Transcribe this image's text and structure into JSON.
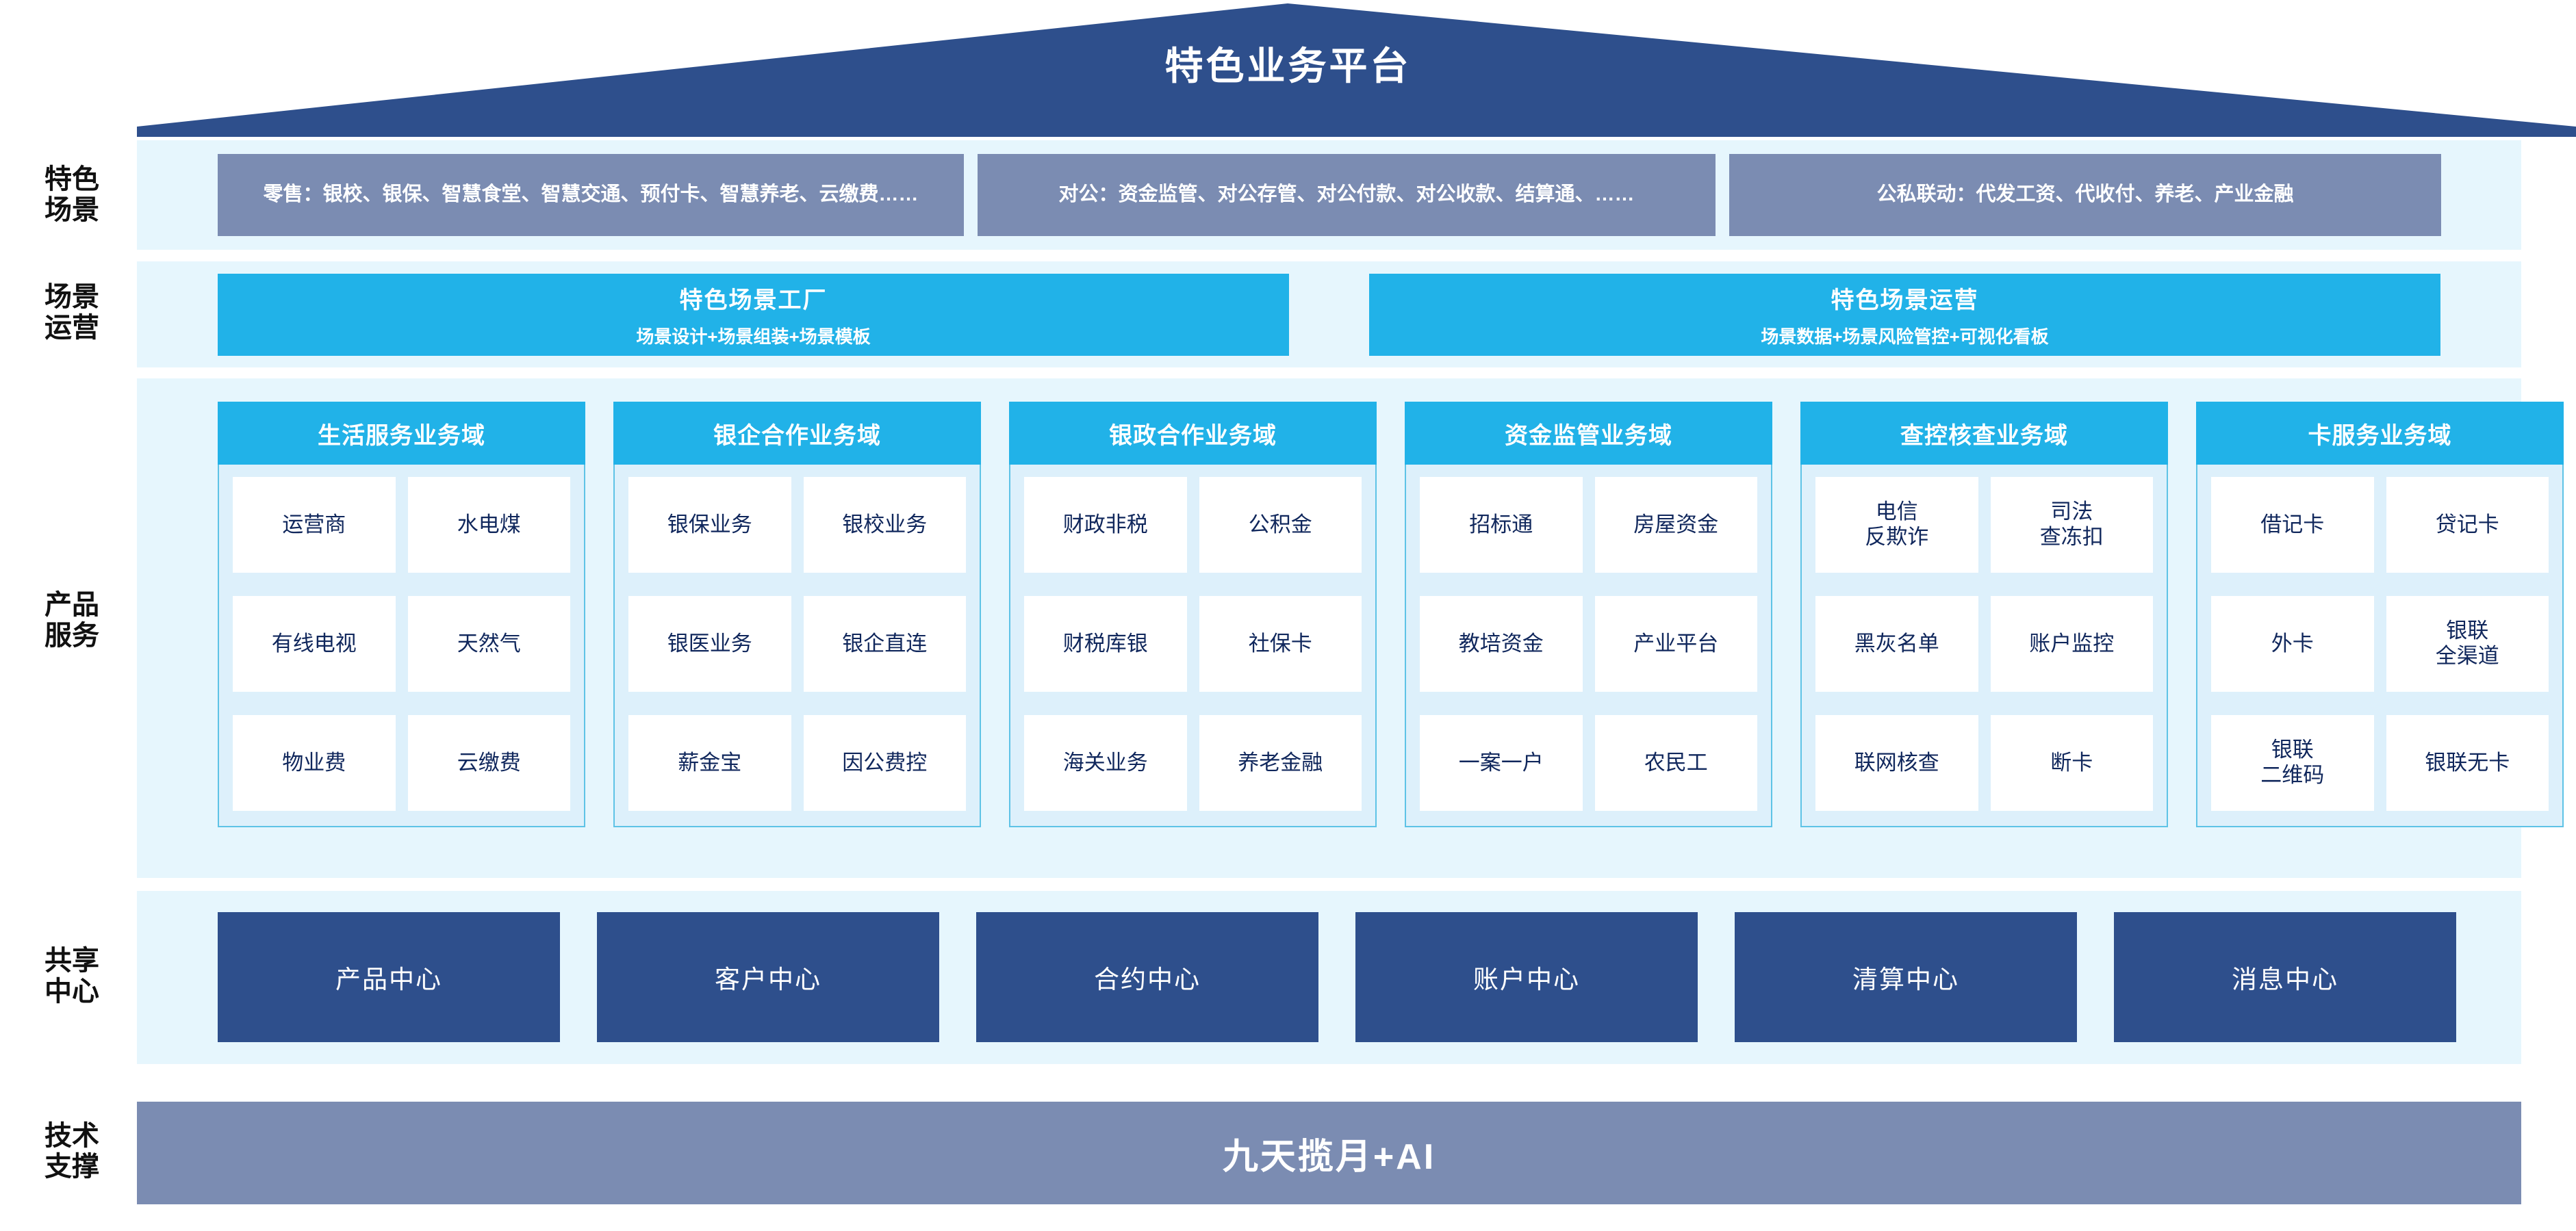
{
  "header": {
    "title": "特色业务平台",
    "roof_color": "#2e4f8c"
  },
  "rail_labels": [
    {
      "text": "特色\n场景"
    },
    {
      "text": "场景\n运营"
    },
    {
      "text": "产品\n服务"
    },
    {
      "text": "共享\n中心"
    },
    {
      "text": "技术\n支撑"
    }
  ],
  "scene_row": {
    "band_color": "#e6f6fd",
    "box_color": "#7b8cb2",
    "boxes": [
      {
        "text": "零售：银校、银保、智慧食堂、智慧交通、预付卡、智慧养老、云缴费……"
      },
      {
        "text": "对公：资金监管、对公存管、对公付款、对公收款、结算通、……"
      },
      {
        "text": "公私联动：代发工资、代收付、养老、产业金融"
      }
    ]
  },
  "operations_row": {
    "box_color": "#21b2e8",
    "boxes": [
      {
        "title": "特色场景工厂",
        "subtitle": "场景设计+场景组装+场景模板"
      },
      {
        "title": "特色场景运营",
        "subtitle": "场景数据+场景风险管控+可视化看板"
      }
    ]
  },
  "product_domains": {
    "head_color": "#21b2e8",
    "cell_text_color": "#10275c",
    "cards": [
      {
        "title": "生活服务业务域",
        "rows": [
          [
            "运营商",
            "水电煤"
          ],
          [
            "有线电视",
            "天然气"
          ],
          [
            "物业费",
            "云缴费"
          ]
        ]
      },
      {
        "title": "银企合作业务域",
        "rows": [
          [
            "银保业务",
            "银校业务"
          ],
          [
            "银医业务",
            "银企直连"
          ],
          [
            "薪金宝",
            "因公费控"
          ]
        ]
      },
      {
        "title": "银政合作业务域",
        "rows": [
          [
            "财政非税",
            "公积金"
          ],
          [
            "财税库银",
            "社保卡"
          ],
          [
            "海关业务",
            "养老金融"
          ]
        ]
      },
      {
        "title": "资金监管业务域",
        "rows": [
          [
            "招标通",
            "房屋资金"
          ],
          [
            "教培资金",
            "产业平台"
          ],
          [
            "一案一户",
            "农民工"
          ]
        ]
      },
      {
        "title": "查控核查业务域",
        "rows": [
          [
            "电信\n反欺诈",
            "司法\n查冻扣"
          ],
          [
            "黑灰名单",
            "账户监控"
          ],
          [
            "联网核查",
            "断卡"
          ]
        ]
      },
      {
        "title": "卡服务业务域",
        "rows": [
          [
            "借记卡",
            "贷记卡"
          ],
          [
            "外卡",
            "银联\n全渠道"
          ],
          [
            "银联\n二维码",
            "银联无卡"
          ]
        ]
      }
    ]
  },
  "shared_centers": {
    "box_color": "#2e4f8c",
    "items": [
      "产品中心",
      "客户中心",
      "合约中心",
      "账户中心",
      "清算中心",
      "消息中心"
    ]
  },
  "tech_support": {
    "label": "九天揽月+AI",
    "bar_color": "#7b8cb2"
  }
}
